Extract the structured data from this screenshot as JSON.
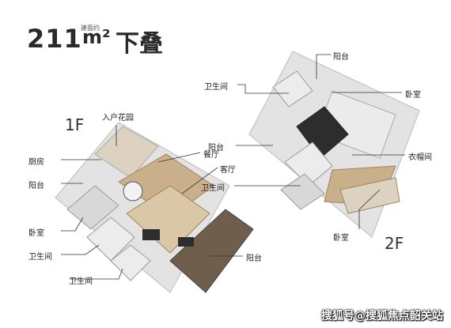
{
  "title": {
    "area": "211",
    "unit": "m²",
    "small": "建面约",
    "type": "下叠"
  },
  "floors": {
    "first": "1F",
    "second": "2F"
  },
  "labels_1f": {
    "garden": "入户花园",
    "kitchen": "厨房",
    "balcony_left": "阳台",
    "dining": "餐厅",
    "living": "客厅",
    "bedroom": "卧室",
    "bath_a": "卫生间",
    "bath_b": "卫生间",
    "balcony_bottom": "阳台"
  },
  "labels_2f": {
    "balcony_top": "阳台",
    "bath_top": "卫生间",
    "bedroom_right": "卧室",
    "balcony_left": "阳台",
    "cloakroom": "衣帽间",
    "bath_left": "卫生间",
    "bedroom_bottom": "卧室"
  },
  "watermark": "搜狐号@搜狐焦点韶关站",
  "colors": {
    "wall": "#e9e9e9",
    "floor_wood": "#c9b08a",
    "floor_light": "#ddd2bf",
    "dark": "#2d2d2d",
    "line": "#333333"
  }
}
